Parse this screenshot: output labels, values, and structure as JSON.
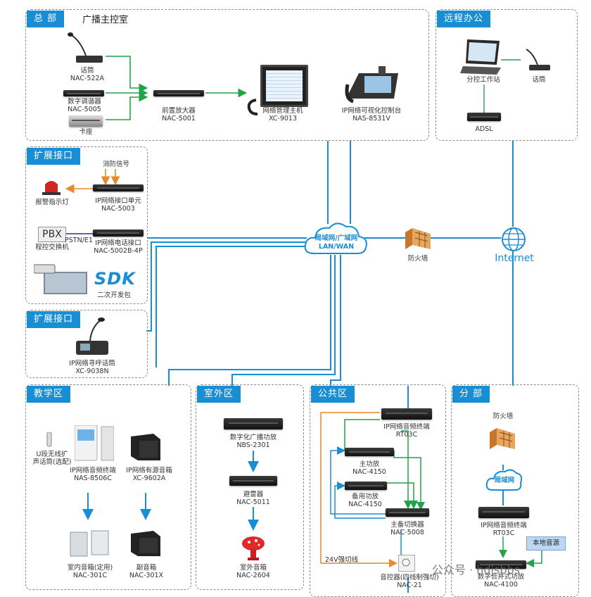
{
  "colors": {
    "lan": "#1a8ed4",
    "audio": "#22a34a",
    "signal": "#e8892a",
    "phone": "#6b3fa0",
    "tag_bg": "#1a8ed4"
  },
  "hq": {
    "tag": "总 部",
    "title": "广播主控室",
    "mic": "话筒",
    "mic_model": "NAC-522A",
    "tuner": "数字调谐器",
    "tuner_model": "NAC-5005",
    "deck": "卡座",
    "preamp": "前置放大器",
    "preamp_model": "NAC-5001",
    "host": "网络管理主机",
    "host_model": "XC-9013",
    "console": "IP网络可视化控制台",
    "console_model": "NAS-8531V"
  },
  "remote": {
    "tag": "远程办公",
    "station": "分控工作站",
    "mic": "话筒",
    "adsl": "ADSL"
  },
  "ext1": {
    "tag": "扩展接口",
    "fire": "消防信号",
    "alarm": "报警指示灯",
    "iface": "IP网络接口单元",
    "iface_model": "NAC-5003",
    "pbx_box": "PBX",
    "pbx": "程控交换机",
    "pstn": "PSTN/E1",
    "phone": "IP网络电话接口",
    "phone_model": "NAC-5002B-4P",
    "sdk_logo": "SDK",
    "sdk": "二次开发包"
  },
  "ext2": {
    "tag": "扩展接口",
    "pager": "IP网络寻呼话筒",
    "pager_model": "XC-9038N"
  },
  "network": {
    "cloud1": "局域网/广域网",
    "cloud2": "LAN/WAN",
    "firewall": "防火墙",
    "internet": "Internet"
  },
  "edu": {
    "tag": "教学区",
    "wireless1": "U段无线扩",
    "wireless2": "声话筒(选配)",
    "terminal": "IP网络音频终端",
    "terminal_model": "NAS-8506C",
    "speaker": "IP网络有源音箱",
    "speaker_model": "XC-9602A",
    "indoor": "室内音箱(定用)",
    "indoor_model": "NAC-301C",
    "sub": "副音箱",
    "sub_model": "NAC-301X"
  },
  "outdoor": {
    "tag": "室外区",
    "amp": "数字化广播功放",
    "amp_model": "NBS-2301",
    "arrester": "避雷器",
    "arrester_model": "NAC-5011",
    "horn": "室外音箱",
    "horn_model": "NAC-2604"
  },
  "public": {
    "tag": "公共区",
    "terminal": "IP网络音频终端",
    "terminal_model": "RT03C",
    "main_amp": "主功放",
    "main_amp_model": "NAC-4150",
    "backup_amp": "备用功放",
    "backup_amp_model": "NAC-4150",
    "switcher": "主备切换器",
    "switcher_model": "NAC-5008",
    "v24": "24V强切线",
    "volume": "音控器(四线制强切)",
    "volume_model": "NAC-21"
  },
  "branch": {
    "tag": "分 部",
    "firewall": "防火墙",
    "lan": "局域网",
    "terminal": "IP网络音频终端",
    "terminal_model": "RT03C",
    "local": "本地音源",
    "amp": "数字合并式功放",
    "amp_model": "NAC-4100"
  },
  "watermark": "公众号 · hdjsbbs"
}
